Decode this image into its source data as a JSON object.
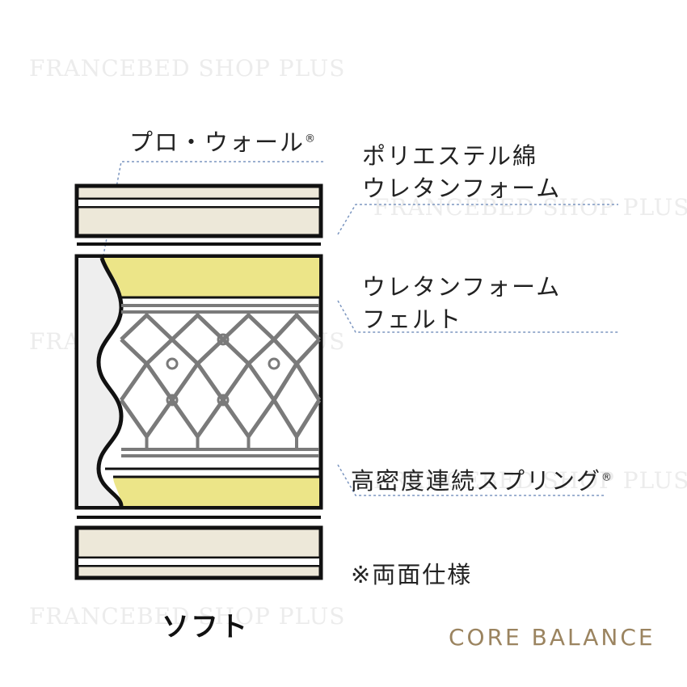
{
  "watermark": "FRANCEBED SHOP PLUS",
  "labels": {
    "pro_wall": "プロ・ウォール",
    "pro_wall_mark": "®",
    "top_layer_1": "ポリエステル綿",
    "top_layer_2": "ウレタンフォーム",
    "mid_layer_1": "ウレタンフォーム",
    "mid_layer_2": "フェルト",
    "spring": "高密度連続スプリング",
    "spring_mark": "®",
    "double_sided": "※両面仕様"
  },
  "title": "ソフト",
  "brand": "CORE BALANCE",
  "colors": {
    "outline": "#111111",
    "cream": "#ede8d9",
    "yellow": "#ece588",
    "spring": "#7a7a7a",
    "wall": "#eeeeee",
    "leader": "#7c96c0",
    "brand": "#9b8460"
  }
}
